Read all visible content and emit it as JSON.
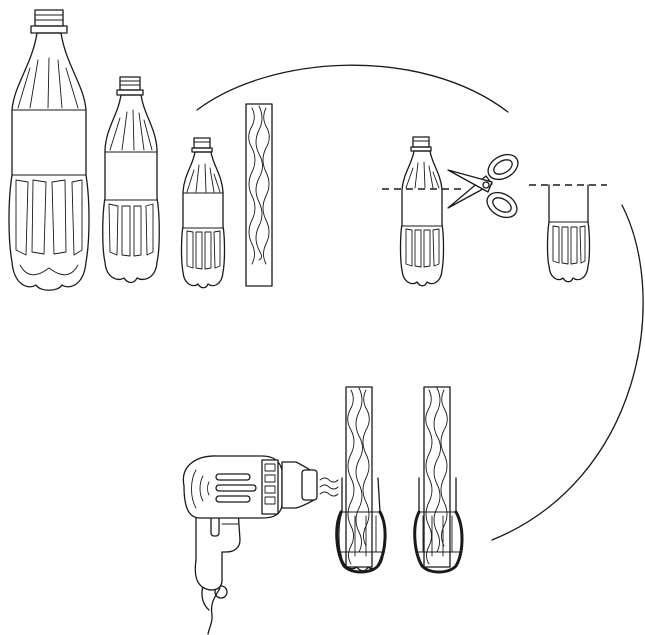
{
  "diagram": {
    "steps": [
      "bottles-and-stick",
      "cut-bottle",
      "heat-shrink-onto-stick"
    ],
    "colors": {
      "ink": "#1a1a1a",
      "background": "#ffffff"
    }
  }
}
